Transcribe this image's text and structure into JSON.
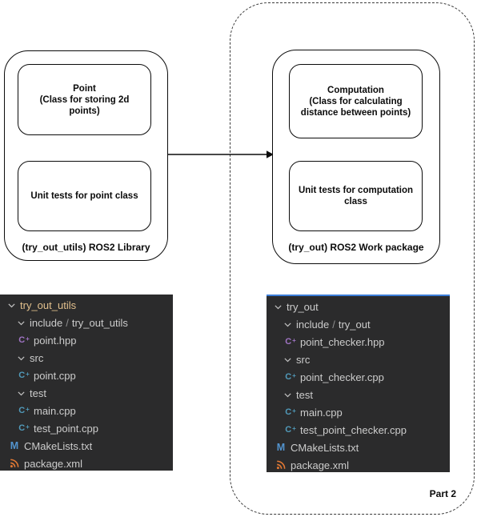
{
  "diagram": {
    "left_package": {
      "box1_title": "Point",
      "box1_subtitle": "(Class for storing 2d points)",
      "box2_text": "Unit tests for point class",
      "caption": "(try_out_utils) ROS2 Library"
    },
    "right_package": {
      "box1_title": "Computation",
      "box1_subtitle": "(Class for calculating distance between points)",
      "box2_text": "Unit tests for computation class",
      "caption": "(try_out) ROS2 Work package"
    },
    "part_label": "Part 2"
  },
  "colors": {
    "cpp_source_icon": "#519aba",
    "cpp_header_icon": "#a074c4",
    "cmake_icon": "#5294cf",
    "xml_icon": "#e37933",
    "root_folder_modified": "#e2c08d",
    "tree_text": "#cccccc",
    "panel_background": "#2b2b2c",
    "focus_border_top": "#3b7dd8",
    "chevron": "#c5c5c5"
  },
  "file_trees": {
    "left": {
      "rows": [
        {
          "type": "folder",
          "depth": 0,
          "label": "try_out_utils",
          "color_key": "root_folder_modified"
        },
        {
          "type": "folder",
          "depth": 1,
          "label": "include",
          "suffix": "try_out_utils"
        },
        {
          "type": "file",
          "depth": 1,
          "icon": "cpp-header",
          "label": "point.hpp"
        },
        {
          "type": "folder",
          "depth": 1,
          "label": "src"
        },
        {
          "type": "file",
          "depth": 1,
          "icon": "cpp-source",
          "label": "point.cpp"
        },
        {
          "type": "folder",
          "depth": 1,
          "label": "test"
        },
        {
          "type": "file",
          "depth": 1,
          "icon": "cpp-source",
          "label": "main.cpp"
        },
        {
          "type": "file",
          "depth": 1,
          "icon": "cpp-source",
          "label": "test_point.cpp"
        },
        {
          "type": "file",
          "depth": 0,
          "icon": "cmake",
          "label": "CMakeLists.txt"
        },
        {
          "type": "file",
          "depth": 0,
          "icon": "xml",
          "label": "package.xml"
        }
      ]
    },
    "right": {
      "rows": [
        {
          "type": "folder",
          "depth": 0,
          "label": "try_out"
        },
        {
          "type": "folder",
          "depth": 1,
          "label": "include",
          "suffix": "try_out"
        },
        {
          "type": "file",
          "depth": 1,
          "icon": "cpp-header",
          "label": "point_checker.hpp"
        },
        {
          "type": "folder",
          "depth": 1,
          "label": "src"
        },
        {
          "type": "file",
          "depth": 1,
          "icon": "cpp-source",
          "label": "point_checker.cpp"
        },
        {
          "type": "folder",
          "depth": 1,
          "label": "test"
        },
        {
          "type": "file",
          "depth": 1,
          "icon": "cpp-source",
          "label": "main.cpp"
        },
        {
          "type": "file",
          "depth": 1,
          "icon": "cpp-source",
          "label": "test_point_checker.cpp"
        },
        {
          "type": "file",
          "depth": 0,
          "icon": "cmake",
          "label": "CMakeLists.txt"
        },
        {
          "type": "file",
          "depth": 0,
          "icon": "xml",
          "label": "package.xml"
        }
      ]
    }
  }
}
